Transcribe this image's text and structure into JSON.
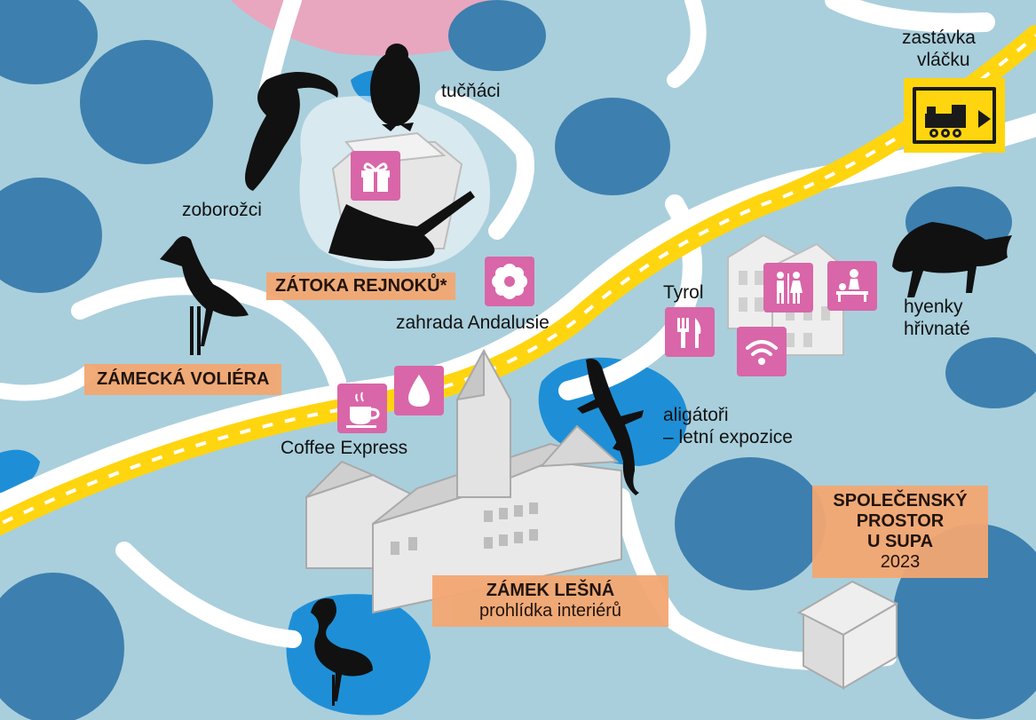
{
  "map": {
    "colors": {
      "ground": "#a9cfdc",
      "path": "#ffffff",
      "railway": "#ffd50f",
      "water": "#1e8fd6",
      "trees": "#3d7fae",
      "label_bg": "#f3a772",
      "picto": "#d966a8",
      "silhouette": "#111111"
    },
    "labels": {
      "penguins": "tučňáci",
      "hornbills": "zoborožci",
      "tyrol": "Tyrol",
      "andalusia": "zahrada Andalusie",
      "coffee": "Coffee Express",
      "alligators_1": "aligátoři",
      "alligators_2": "– letní expozice",
      "hyenas_1": "hyenky",
      "hyenas_2": "hřivnaté",
      "train_stop_1": "zastávka",
      "train_stop_2": "vláčku"
    },
    "tags": {
      "rays": "ZÁTOKA REJNOKŮ*",
      "aviary": "ZÁMECKÁ VOLIÉRA",
      "castle_1": "ZÁMEK LEŠNÁ",
      "castle_2": "prohlídka interiérů",
      "social_1": "SPOLEČENSKÝ",
      "social_2": "PROSTOR",
      "social_3": "U SUPA",
      "social_4": "2023"
    },
    "icons": [
      "gift-icon",
      "flower-icon",
      "coffee-icon",
      "water-drop-icon",
      "restaurant-icon",
      "wifi-icon",
      "toilets-icon",
      "baby-change-icon",
      "train-icon",
      "play-arrow-icon"
    ]
  }
}
